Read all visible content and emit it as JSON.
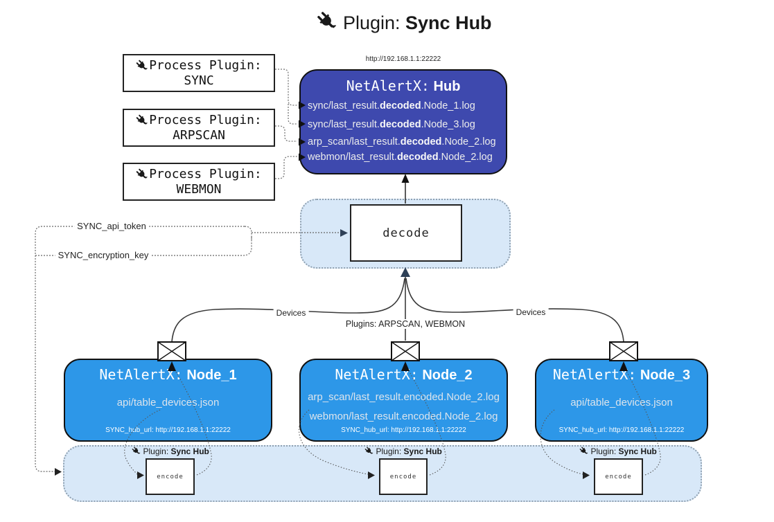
{
  "title": {
    "icon": "plug-icon",
    "prefix": "Plugin:",
    "name": "Sync Hub"
  },
  "hub": {
    "url": "http://192.168.1.1:22222",
    "name_prefix": "NetAlertX:",
    "name": "Hub",
    "logs": [
      {
        "pre": "sync/last_result.",
        "bold": "decoded",
        "post": ".Node_1.log"
      },
      {
        "pre": "sync/last_result.",
        "bold": "decoded",
        "post": ".Node_3.log"
      },
      {
        "pre": "arp_scan/last_result.",
        "bold": "decoded",
        "post": ".Node_2.log"
      },
      {
        "pre": "webmon/last_result.",
        "bold": "decoded",
        "post": ".Node_2.log"
      }
    ]
  },
  "process_plugins": [
    {
      "label": "Process Plugin:",
      "name": "SYNC"
    },
    {
      "label": "Process Plugin:",
      "name": "ARPSCAN"
    },
    {
      "label": "Process Plugin:",
      "name": "WEBMON"
    }
  ],
  "decode_label": "decode",
  "encode_label": "encode",
  "settings": {
    "api_token": "SYNC_api_token",
    "encryption_key": "SYNC_encryption_key"
  },
  "edge_labels": {
    "devices_left": "Devices",
    "plugins_center": "Plugins: ARPSCAN, WEBMON",
    "devices_right": "Devices"
  },
  "nodes": [
    {
      "name_prefix": "NetAlertX:",
      "name": "Node_1",
      "files": [
        "api/table_devices.json"
      ],
      "hub_url": "SYNC_hub_url: http://192.168.1.1:22222"
    },
    {
      "name_prefix": "NetAlertX:",
      "name": "Node_2",
      "files": [
        "arp_scan/last_result.encoded.Node_2.log",
        "webmon/last_result.encoded.Node_2.log"
      ],
      "hub_url": "SYNC_hub_url: http://192.168.1.1:22222"
    },
    {
      "name_prefix": "NetAlertX:",
      "name": "Node_3",
      "files": [
        "api/table_devices.json"
      ],
      "hub_url": "SYNC_hub_url: http://192.168.1.1:22222"
    }
  ],
  "encoder_label": {
    "prefix": "Plugin:",
    "name": "Sync Hub"
  },
  "colors": {
    "hub_bg": "#3E49AE",
    "node_bg": "#2D97E8",
    "panel_bg": "#D8E8F8",
    "panel_border": "#8FA0B0",
    "line": "#3A3A3A",
    "arrow_dark": "#2E4057"
  }
}
